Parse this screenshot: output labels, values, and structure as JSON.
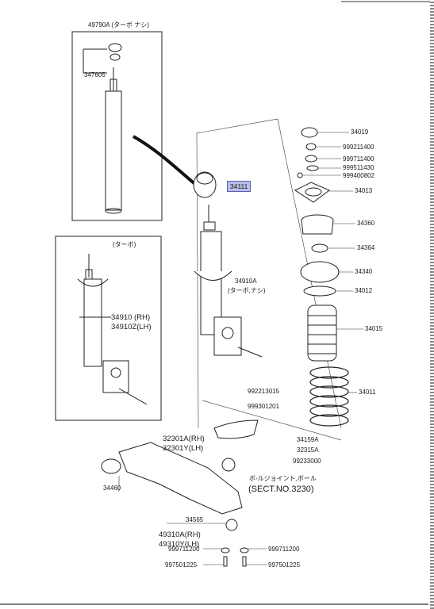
{
  "labels": {
    "strut_assy_turbo": "49790A (ターボ ナシ)",
    "part_347605": "347605",
    "turbo_box": "(ターボ)",
    "strut_rh": "34910 (RH)",
    "strut_lh": "34910Z(LH)",
    "highlight": "34111",
    "strut_mid": "34910A",
    "strut_mid_note": "(ターボ,ナシ)",
    "p34019": "34019",
    "p999211400": "999211400",
    "p999711400": "999711400",
    "p999511430": "999511430",
    "p999400802": "999400802",
    "p34013": "34013",
    "p34360": "34360",
    "p34364": "34364",
    "p34340": "34340",
    "p34012": "34012",
    "p34015": "34015",
    "p34011": "34011",
    "p992213015": "992213015",
    "p999301201": "999301201",
    "p32301a": "32301A(RH)",
    "p32301y": "32301Y(LH)",
    "p34159a": "34159A",
    "p32315a": "32315A",
    "p99233000": "99233000",
    "ball_joint": "ボ-ルジョイント,ボール",
    "sect": "(SECT.NO.3230)",
    "p34460": "34460",
    "p34565": "34565",
    "p49310a": "49310A(RH)",
    "p49310y": "49310Y(LH)",
    "p999711200a": "999711200",
    "p999711200b": "999711200",
    "p997501225a": "997501225",
    "p997501225b": "997501225"
  }
}
